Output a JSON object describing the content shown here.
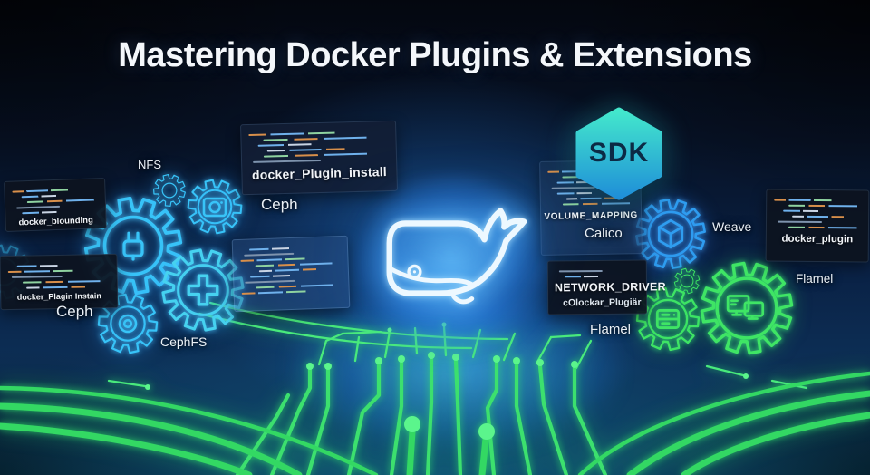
{
  "title": "Mastering Docker Plugins & Extensions",
  "sdk_badge": {
    "label": "SDK"
  },
  "code_panels": {
    "blounding": {
      "label": "docker_blounding"
    },
    "plagin_instain": {
      "label": "docker_Plagin Instain"
    },
    "plugin_install": {
      "label": "docker_Plugin_install"
    },
    "volume_mapping": {
      "label": "VOLUME_MAPPING"
    },
    "network_driver": {
      "label": "NETWORK_DRIVER",
      "sublabel": "cOlockar_Plugiär"
    },
    "docker_plugin": {
      "label": "docker_plugin"
    }
  },
  "labels": {
    "nfs": "NFS",
    "ceph_center": "Ceph",
    "ceph_left": "Ceph",
    "cephfs": "CephFS",
    "calico": "Calico",
    "weave": "Weave",
    "flamel": "Flamel",
    "flarnel": "Flarnel"
  },
  "icons": [
    "docker-whale-icon",
    "plug-icon",
    "photo-icon",
    "plus-icon",
    "rings-icon",
    "cube-icon",
    "server-icon",
    "monitors-icon",
    "gear-icon"
  ],
  "colors": {
    "neon_cyan": "#38c4f8",
    "neon_teal": "#46d2f0",
    "neon_blue": "#2f9df0",
    "neon_green": "#3fe565",
    "circuit_green": "#3ce06e",
    "hex_gradient_top": "#43e8cc",
    "hex_gradient_bottom": "#1f8fd8",
    "whale_stroke": "#edf8ff",
    "title_text": "#f4f7fb",
    "panel_bg": "#0d131f"
  }
}
